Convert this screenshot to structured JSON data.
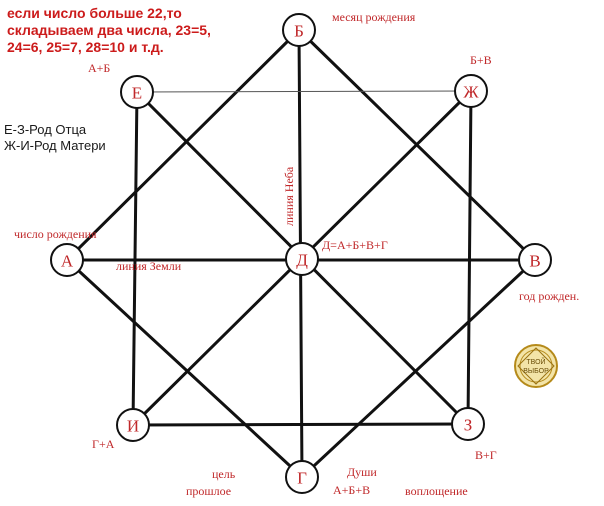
{
  "note": {
    "line1": "если число больше 22,то",
    "line2": "складываем два числа, 23=5,",
    "line3": "24=6, 25=7, 28=10 и т.д."
  },
  "legend": {
    "line1": "Е-З-Род Отца",
    "line2": "Ж-И-Род Матери"
  },
  "nodes": {
    "A": "А",
    "B": "Б",
    "V": "В",
    "G": "Г",
    "D": "Д",
    "E": "Е",
    "Zh": "Ж",
    "Z": "З",
    "I": "И"
  },
  "labels": {
    "birth_month": "месяц рождения",
    "a_plus_b": "А+Б",
    "b_plus_v": "Б+В",
    "birth_number": "число рождения",
    "earth_line": "линия Земли",
    "sky_line": "линия Неба",
    "d_formula": "Д=А+Б+В+Г",
    "birth_year": "год рожден.",
    "g_plus_a": "Г+А",
    "v_plus_g": "В+Г",
    "goal": "цель",
    "past": "прошлое",
    "souls": "Души",
    "abv": "А+Б+В",
    "embodiment": "воплощение"
  },
  "colors": {
    "accent": "#cc1b1b",
    "line": "#111111",
    "node_fill": "#ffffff",
    "seal_gold": "#c9a227"
  },
  "seal": {
    "word1": "ТВОЙ",
    "word2": "ВЫБОР"
  }
}
